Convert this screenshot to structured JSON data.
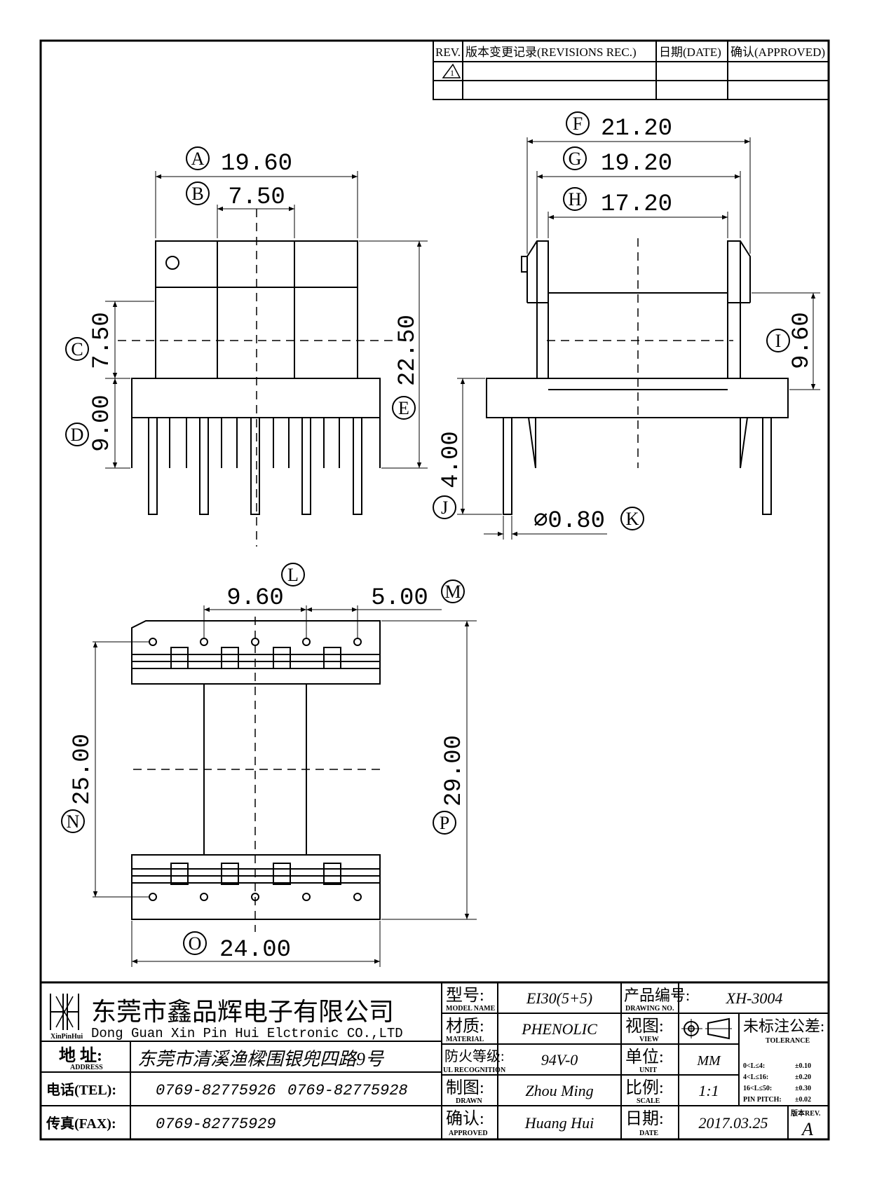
{
  "revision_table": {
    "headers": [
      "REV.",
      "版本变更记录(REVISIONS REC.)",
      "日期(DATE)",
      "确认(APPROVED)"
    ],
    "rev_mark": "1"
  },
  "dimensions": {
    "A": {
      "letter": "A",
      "value": "19.60"
    },
    "B": {
      "letter": "B",
      "value": "7.50"
    },
    "C": {
      "letter": "C",
      "value": "7.50"
    },
    "D": {
      "letter": "D",
      "value": "9.00"
    },
    "E": {
      "letter": "E",
      "value": "22.50"
    },
    "F": {
      "letter": "F",
      "value": "21.20"
    },
    "G": {
      "letter": "G",
      "value": "19.20"
    },
    "H": {
      "letter": "H",
      "value": "17.20"
    },
    "I": {
      "letter": "I",
      "value": "9.60"
    },
    "J": {
      "letter": "J",
      "value": "4.00"
    },
    "K": {
      "letter": "K",
      "value": "⌀0.80"
    },
    "L": {
      "letter": "L",
      "value": "9.60"
    },
    "M": {
      "letter": "M",
      "value": "5.00"
    },
    "N": {
      "letter": "N",
      "value": "25.00"
    },
    "O": {
      "letter": "O",
      "value": "24.00"
    },
    "P": {
      "letter": "P",
      "value": "29.00"
    }
  },
  "title_block": {
    "company_cn": "东莞市鑫品辉电子有限公司",
    "company_en": "Dong Guan Xin Pin Hui Elctronic CO.,LTD",
    "logo_text": "XinPinHui",
    "address_label": "地  址:",
    "address_label_en": "ADDRESS",
    "address": "东莞市清溪渔樑围银兜四路9号",
    "tel_label": "电话(TEL):",
    "tel1": "0769-82775926",
    "tel2": "0769-82775928",
    "fax_label": "传真(FAX):",
    "fax": "0769-82775929",
    "model_label": "型号:",
    "model_label_en": "MODEL NAME",
    "model": "EI30(5+5)",
    "material_label": "材质:",
    "material_label_en": "MATERIAL",
    "material": "PHENOLIC",
    "fire_label": "防火等级:",
    "fire_label_en": "UL RECOGNITION",
    "fire": "94V-0",
    "drawn_label": "制图:",
    "drawn_label_en": "DRAWN",
    "drawn": "Zhou Ming",
    "approved_label": "确认:",
    "approved_label_en": "APPROVED",
    "approved": "Huang Hui",
    "drawing_no_label": "产品编号:",
    "drawing_no_label_en": "DRAWING NO.",
    "drawing_no": "XH-3004",
    "view_label": "视图:",
    "view_label_en": "VIEW",
    "unit_label": "单位:",
    "unit_label_en": "UNIT",
    "unit": "MM",
    "scale_label": "比例:",
    "scale_label_en": "SCALE",
    "scale": "1:1",
    "date_label": "日期:",
    "date_label_en": "DATE",
    "date": "2017.03.25",
    "tolerance_title": "未标注公差:",
    "tolerance_title_en": "TOLERANCE",
    "tolerances": [
      {
        "range": "0<L≤4:",
        "value": "±0.10"
      },
      {
        "range": "4<L≤16:",
        "value": "±0.20"
      },
      {
        "range": "16<L≤50:",
        "value": "±0.30"
      },
      {
        "range": "PIN PITCH:",
        "value": "±0.02"
      }
    ],
    "rev_label": "版本REV.",
    "rev": "A"
  }
}
